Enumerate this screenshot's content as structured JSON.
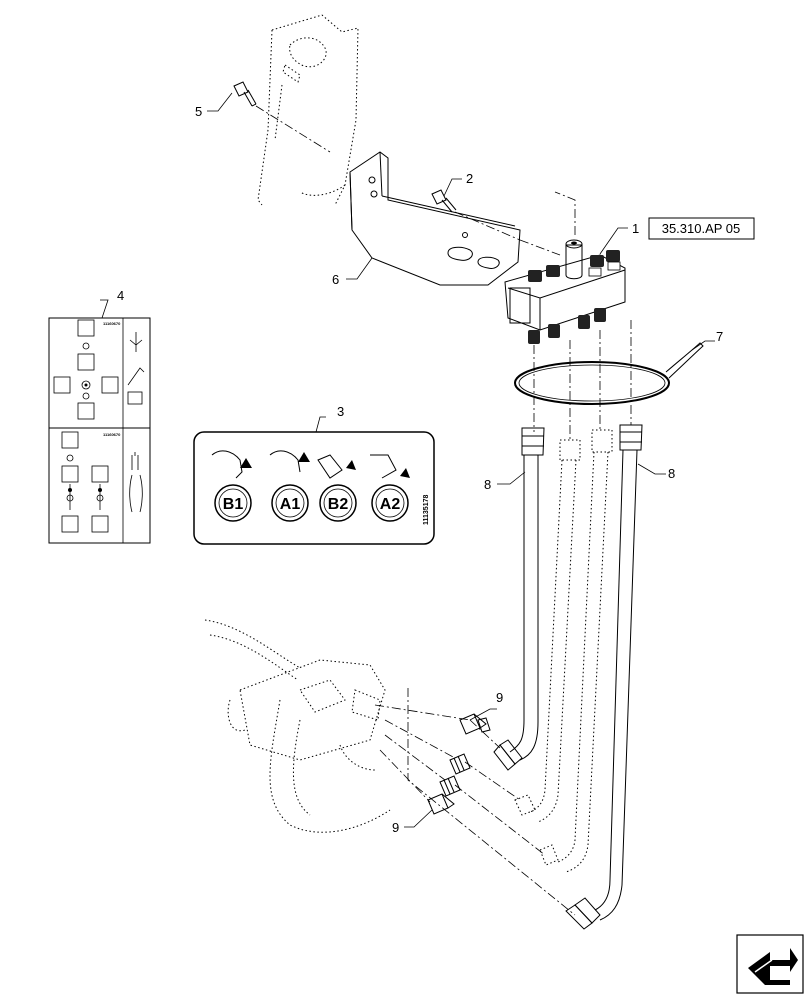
{
  "callouts": [
    "1",
    "2",
    "3",
    "4",
    "5",
    "6",
    "7",
    "8",
    "8",
    "9",
    "9"
  ],
  "reference": "35.310.AP 05",
  "decal_3": {
    "badges": [
      "B1",
      "A1",
      "B2",
      "A2"
    ],
    "part_number": "11135178"
  },
  "decal_4": {
    "part_number_top": "11160670",
    "part_number_bottom": "11160670"
  },
  "nav_icon": "next-page-arrow-icon"
}
